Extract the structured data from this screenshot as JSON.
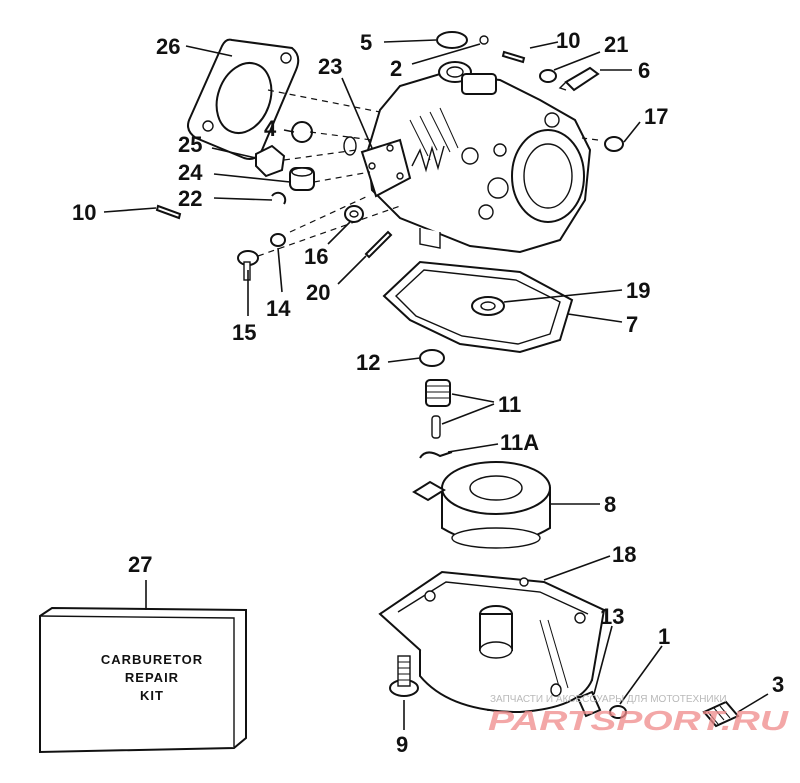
{
  "callouts": {
    "c26": "26",
    "c5": "5",
    "c2": "2",
    "c10a": "10",
    "c21": "21",
    "c6": "6",
    "c23": "23",
    "c4": "4",
    "c17": "17",
    "c25": "25",
    "c24": "24",
    "c22": "22",
    "c10b": "10",
    "c16": "16",
    "c15": "15",
    "c14": "14",
    "c20": "20",
    "c19": "19",
    "c7": "7",
    "c12": "12",
    "c11": "11",
    "c11a": "11A",
    "c8": "8",
    "c27": "27",
    "c18": "18",
    "c13": "13",
    "c1": "1",
    "c3": "3",
    "c9": "9"
  },
  "repair_kit": {
    "line1": "CARBURETOR",
    "line2": "REPAIR",
    "line3": "KIT"
  },
  "watermark": {
    "caption": "ЗАПЧАСТИ И АКСЕССУАРЫ ДЛЯ МОТОТЕХНИКИ",
    "brand": "PARTSPORT.RU"
  }
}
